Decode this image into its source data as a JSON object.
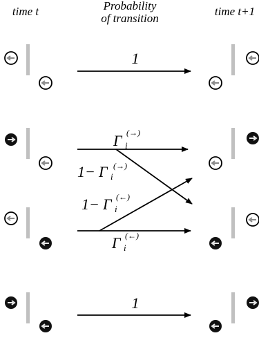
{
  "headers": {
    "time_t": "time t",
    "probability_line1": "Probability",
    "probability_line2": "of transition",
    "time_t1": "time t+1"
  },
  "transitions": {
    "row1_prob": "1",
    "gamma_right": "Γ",
    "gamma_sub": "i",
    "gamma_right_sup": "(→)",
    "gamma_left_sup": "(←)",
    "one_minus": "1−",
    "row4_prob": "1"
  },
  "colors": {
    "wall": "#c0c0c0",
    "open_circle_fill": "#ffffff",
    "filled_circle_fill": "#111111",
    "open_arrow": "#888888",
    "filled_arrow": "#e8e8e8",
    "line": "#000000"
  }
}
